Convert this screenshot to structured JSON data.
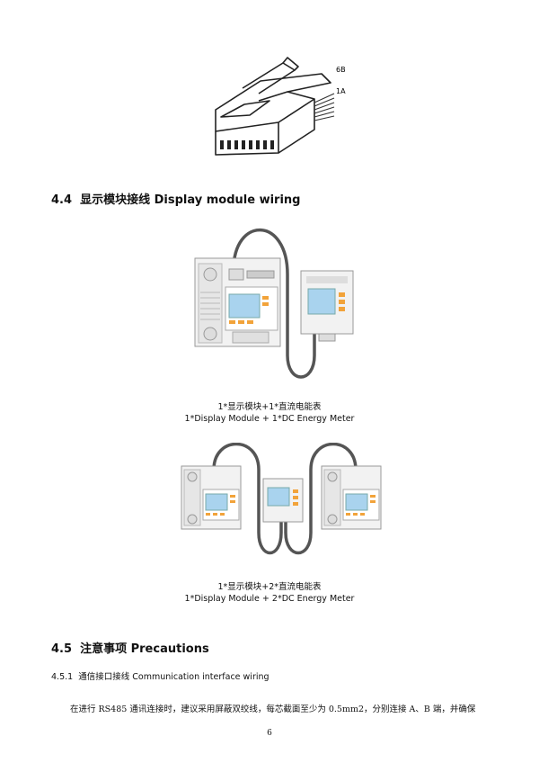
{
  "connector": {
    "pin_top_label": "6B",
    "pin_bottom_label": "1A"
  },
  "section_4_4": {
    "number": "4.4",
    "title": "显示模块接线 Display module wiring"
  },
  "figure1": {
    "caption_cn": "1*显示模块+1*直流电能表",
    "caption_en": "1*Display Module + 1*DC Energy Meter"
  },
  "figure2": {
    "caption_cn": "1*显示模块+2*直流电能表",
    "caption_en": "1*Display Module + 2*DC Energy Meter"
  },
  "section_4_5": {
    "number": "4.5",
    "title": "注意事项 Precautions"
  },
  "subsection_4_5_1": {
    "number": "4.5.1",
    "title": "通信接口接线 Communication interface wiring"
  },
  "paragraph": "在进行 RS485 通讯连接时，建议采用屏蔽双绞线，每芯截面至少为 0.5mm2，分别连接 A、B 端，并确保",
  "page_number": "6",
  "colors": {
    "screen": "#a9d3ee",
    "button": "#f2a33a",
    "cable": "#555555",
    "device_body": "#f2f2f2"
  }
}
